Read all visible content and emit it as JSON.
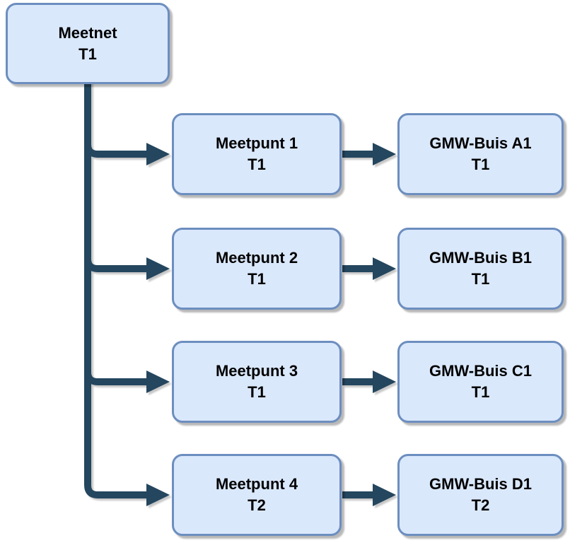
{
  "diagram": {
    "type": "tree-flowchart",
    "root": {
      "label": "Meetnet",
      "sublabel": "T1"
    },
    "rows": [
      {
        "meetpunt": {
          "label": "Meetpunt 1",
          "sublabel": "T1"
        },
        "gmw": {
          "label": "GMW-Buis A1",
          "sublabel": "T1"
        }
      },
      {
        "meetpunt": {
          "label": "Meetpunt 2",
          "sublabel": "T1"
        },
        "gmw": {
          "label": "GMW-Buis B1",
          "sublabel": "T1"
        }
      },
      {
        "meetpunt": {
          "label": "Meetpunt 3",
          "sublabel": "T1"
        },
        "gmw": {
          "label": "GMW-Buis C1",
          "sublabel": "T1"
        }
      },
      {
        "meetpunt": {
          "label": "Meetpunt 4",
          "sublabel": "T2"
        },
        "gmw": {
          "label": "GMW-Buis D1",
          "sublabel": "T2"
        }
      }
    ],
    "colors": {
      "node_fill": "#dae8fc",
      "node_border": "#6c8ebf",
      "connector": "#24465e",
      "text": "#000000",
      "background": "#ffffff"
    }
  }
}
